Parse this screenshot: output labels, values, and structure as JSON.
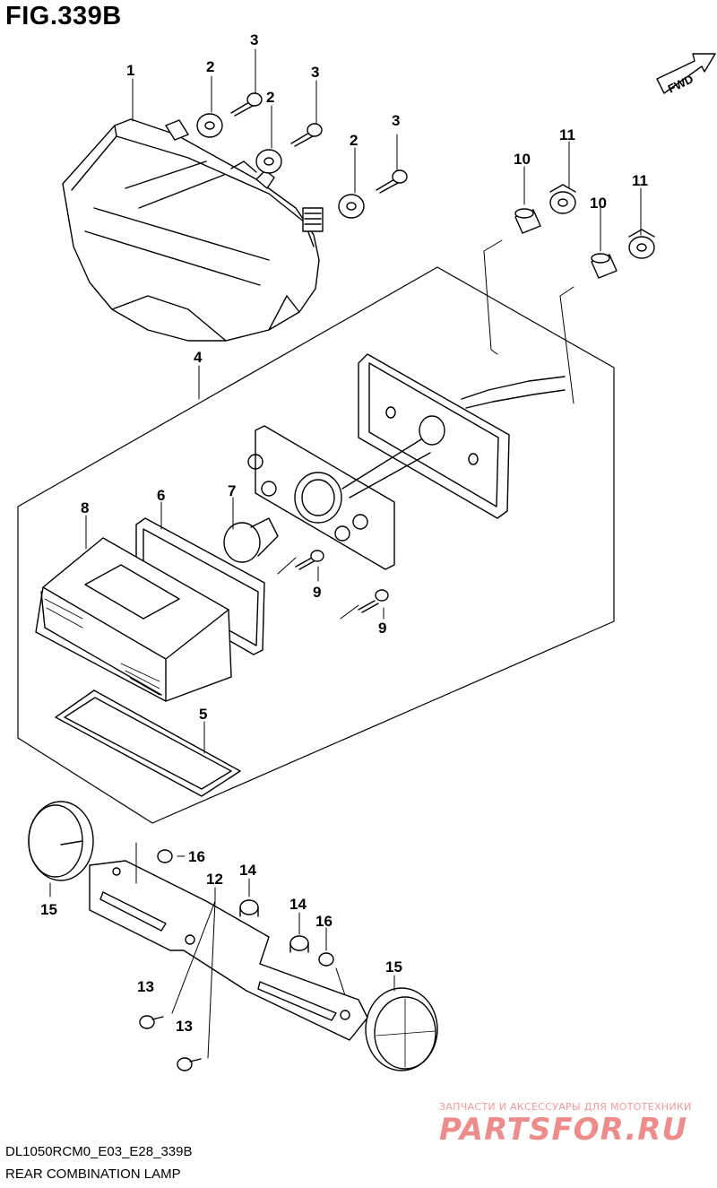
{
  "figure": {
    "title": "FIG.339B",
    "code": "DL1050RCM0_E03_E28_339B",
    "name": "REAR COMBINATION LAMP",
    "direction_marker": "FWD"
  },
  "callouts": [
    "1",
    "2",
    "2",
    "2",
    "3",
    "3",
    "3",
    "4",
    "5",
    "6",
    "7",
    "8",
    "9",
    "9",
    "10",
    "10",
    "11",
    "11",
    "12",
    "13",
    "13",
    "14",
    "14",
    "15",
    "15",
    "16",
    "16"
  ],
  "watermark": {
    "subtitle": "ЗАПЧАСТИ И АКСЕССУАРЫ ДЛЯ МОТОТЕХНИКИ",
    "brand": "PARTSFOR.RU",
    "color": "#ee8c8c"
  },
  "colors": {
    "line": "#000000",
    "background": "#ffffff"
  }
}
